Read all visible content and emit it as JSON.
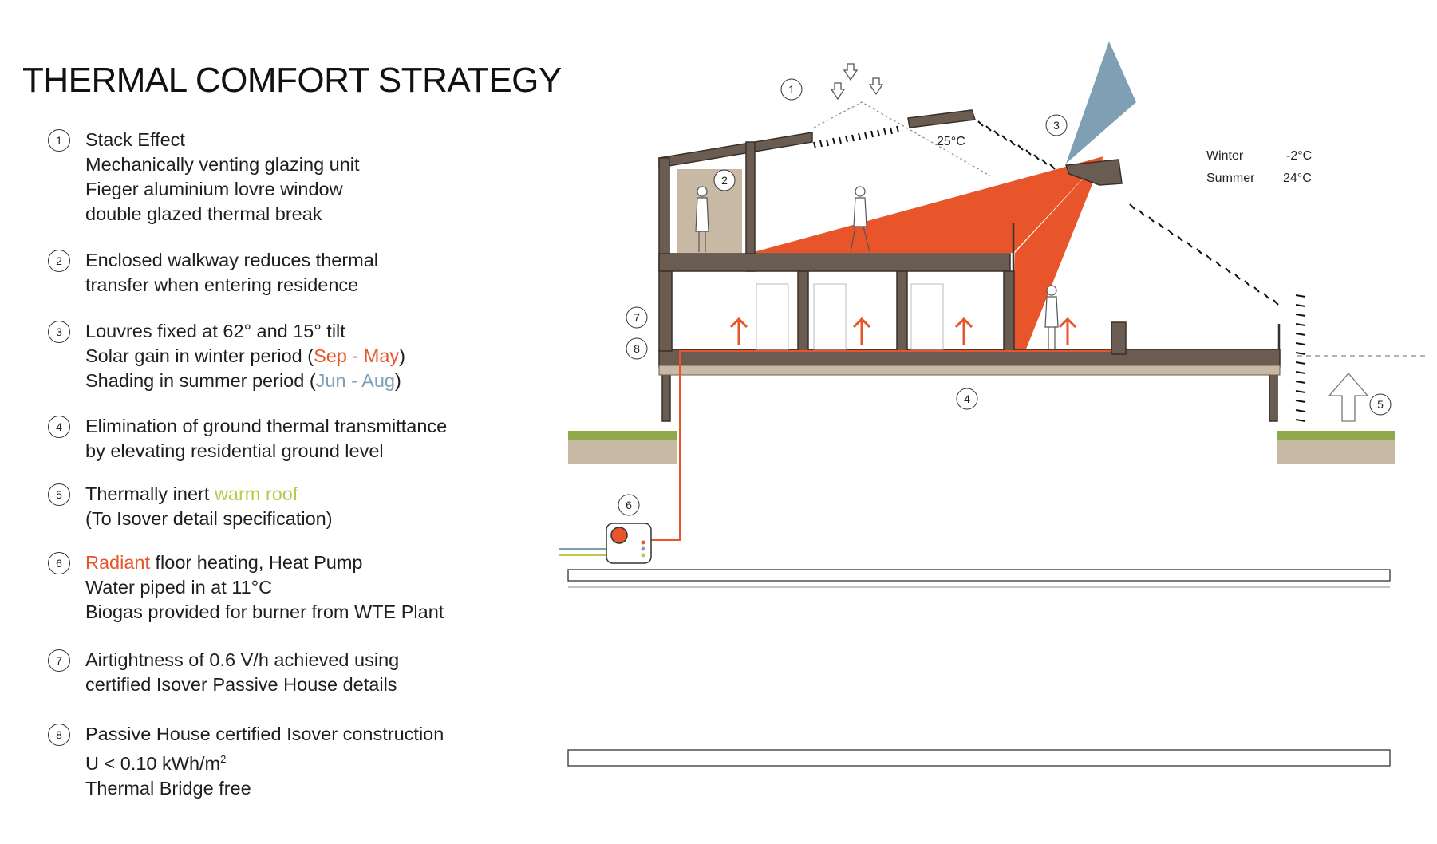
{
  "title": "THERMAL COMFORT STRATEGY",
  "legend": [
    {
      "num": "1",
      "lines": [
        [
          {
            "t": "Stack Effect"
          }
        ],
        [
          {
            "t": "Mechanically venting glazing unit"
          }
        ],
        [
          {
            "t": "Fieger aluminium lovre window"
          }
        ],
        [
          {
            "t": "double glazed thermal break"
          }
        ]
      ]
    },
    {
      "num": "2",
      "lines": [
        [
          {
            "t": "Enclosed walkway reduces thermal"
          }
        ],
        [
          {
            "t": "transfer when entering residence"
          }
        ]
      ]
    },
    {
      "num": "3",
      "lines": [
        [
          {
            "t": "Louvres fixed at 62° and 15° tilt"
          }
        ],
        [
          {
            "t": "Solar gain in winter period ("
          },
          {
            "t": "Sep - May",
            "c": "orange"
          },
          {
            "t": ")"
          }
        ],
        [
          {
            "t": "Shading in summer period ("
          },
          {
            "t": "Jun - Aug",
            "c": "blue"
          },
          {
            "t": ")"
          }
        ]
      ]
    },
    {
      "num": "4",
      "lines": [
        [
          {
            "t": "Elimination of ground thermal transmittance"
          }
        ],
        [
          {
            "t": "by elevating residential ground level"
          }
        ]
      ]
    },
    {
      "num": "5",
      "lines": [
        [
          {
            "t": "Thermally inert "
          },
          {
            "t": "warm roof",
            "c": "green"
          }
        ],
        [
          {
            "t": "(To Isover detail specification)"
          }
        ]
      ]
    },
    {
      "num": "6",
      "lines": [
        [
          {
            "t": "Radiant",
            "c": "orange"
          },
          {
            "t": " floor heating, Heat Pump"
          }
        ],
        [
          {
            "t": "Water piped in at 11°C"
          }
        ],
        [
          {
            "t": "Biogas provided for burner from WTE Plant"
          }
        ]
      ]
    },
    {
      "num": "7",
      "lines": [
        [
          {
            "t": "Airtightness of 0.6 V/h achieved using"
          }
        ],
        [
          {
            "t": "certified Isover Passive House details"
          }
        ]
      ]
    },
    {
      "num": "8",
      "lines": [
        [
          {
            "t": "Passive House certified Isover construction"
          }
        ],
        [
          {
            "t": "U < 0.10 kWh/m"
          },
          {
            "t": "2",
            "sup": true
          }
        ],
        [
          {
            "t": "Thermal Bridge free"
          }
        ]
      ]
    }
  ],
  "diagram": {
    "inside_temp": "25°C",
    "climate": [
      {
        "season": "Winter",
        "temp": "-2°C"
      },
      {
        "season": "Summer",
        "temp": "24°C"
      }
    ],
    "markers": [
      "1",
      "2",
      "3",
      "4",
      "5",
      "6",
      "7",
      "8"
    ]
  },
  "colors": {
    "orange": "#e8552a",
    "blue": "#7f9fb4",
    "green": "#b5cb4f",
    "structure": "#6b5c52",
    "ground": "#c7b9a3",
    "grass": "#8fa84a"
  }
}
